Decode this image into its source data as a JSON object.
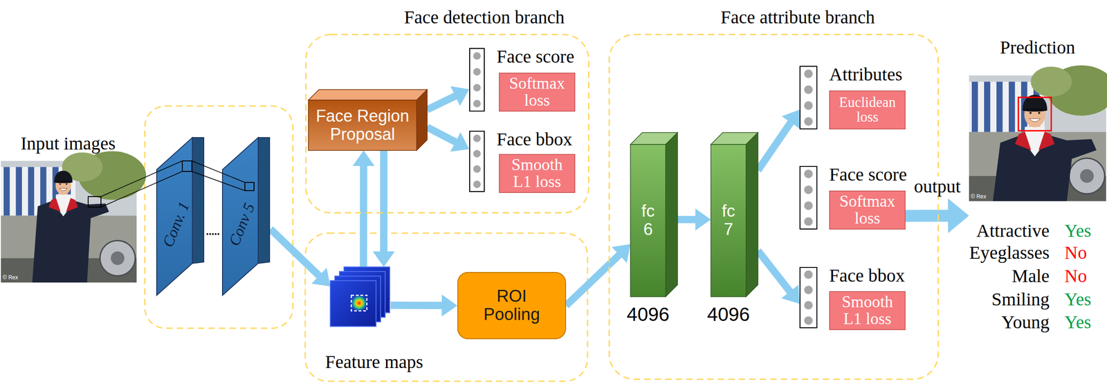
{
  "diagram": {
    "nodes": [
      {
        "text": [
          "Conv. 1"
        ]
      },
      {
        "text": [
          "Conv 5"
        ]
      },
      {
        "text": [
          "Face detection branch"
        ]
      },
      {
        "text": [
          "Face Region Proposal"
        ],
        "in": 2
      },
      {
        "text": [
          "Face score"
        ],
        "in": 2
      },
      {
        "text": [
          "Softmax loss"
        ],
        "in": 2
      },
      {
        "text": [
          "Face bbox"
        ],
        "in": 2
      },
      {
        "text": [
          "Smooth L1 loss"
        ],
        "in": 2
      },
      {
        "text": [
          "Feature maps"
        ]
      },
      {
        "text": [
          "ROI Pooling"
        ]
      },
      {
        "text": [
          "Face attribute branch"
        ]
      },
      {
        "text": [
          "fc 6",
          "4096"
        ],
        "in": 10
      },
      {
        "text": [
          "fc 7",
          "4096"
        ],
        "in": 10
      },
      {
        "text": [
          "Attributes"
        ],
        "in": 10
      },
      {
        "text": [
          "Euclidean loss"
        ],
        "in": 10
      },
      {
        "text": [
          "Face score"
        ],
        "in": 10
      },
      {
        "text": [
          "Softmax loss"
        ],
        "in": 10
      },
      {
        "text": [
          "Face bbox"
        ],
        "in": 10
      },
      {
        "text": [
          "Smooth L1 loss"
        ],
        "in": 10
      },
      {
        "text": [
          "Prediction"
        ]
      }
    ],
    "edges": [
      {
        "from": 1,
        "to": 8,
        "arrow": "to"
      },
      {
        "from": 8,
        "to": 3,
        "arrow": "to"
      },
      {
        "from": 3,
        "to": 8,
        "arrow": "to"
      },
      {
        "from": 3,
        "to": 4,
        "arrow": "to"
      },
      {
        "from": 3,
        "to": 6,
        "arrow": "to"
      },
      {
        "from": 8,
        "to": 9,
        "arrow": "to"
      },
      {
        "from": 9,
        "to": 11,
        "arrow": "to"
      },
      {
        "from": 11,
        "to": 12,
        "arrow": "to"
      },
      {
        "from": 12,
        "to": 13,
        "arrow": "to"
      },
      {
        "from": 12,
        "to": 17,
        "arrow": "to"
      },
      {
        "from": 16,
        "to": 19,
        "label": "output",
        "arrow": "to"
      }
    ],
    "labels": [
      "Input images",
      "© Rex",
      "© Rex",
      "Attractive",
      "Yes",
      "Eyeglasses",
      "No",
      "Male",
      "No",
      "Smiling",
      "Yes",
      "Young",
      "Yes"
    ]
  }
}
